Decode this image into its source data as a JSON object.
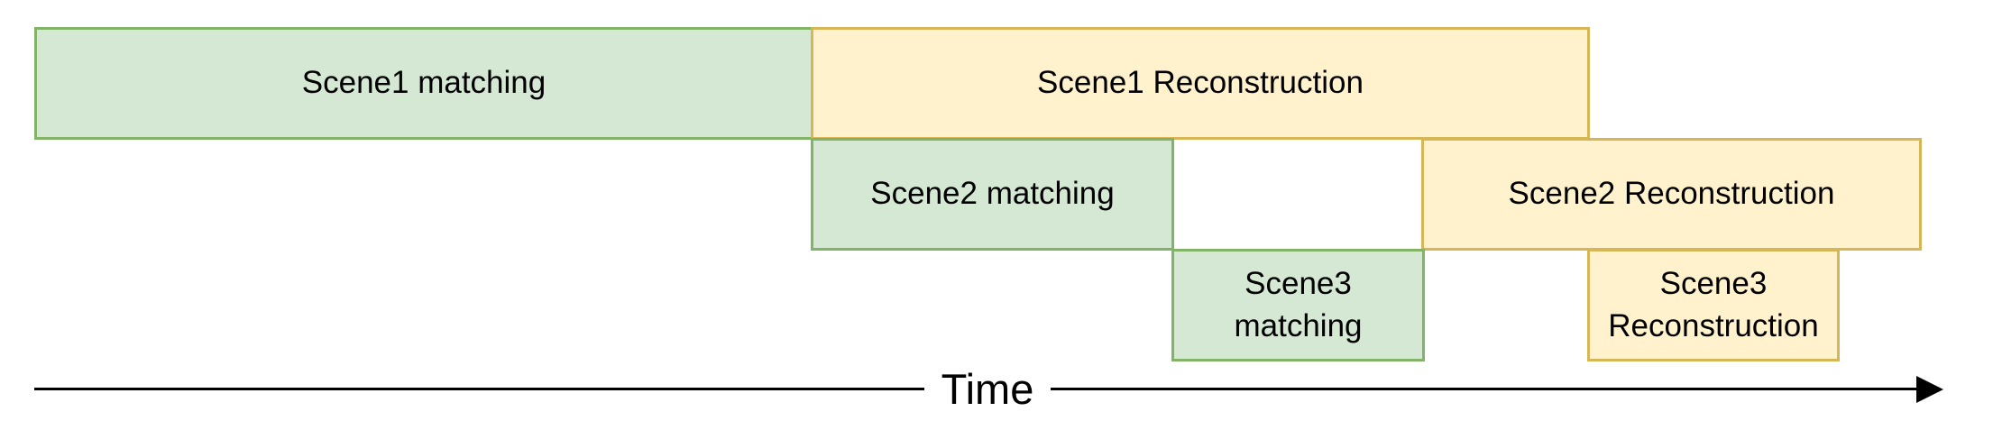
{
  "blocks": {
    "scene1_matching": "Scene1 matching",
    "scene1_reconstruction": "Scene1 Reconstruction",
    "scene2_matching": "Scene2 matching",
    "scene2_reconstruction": "Scene2 Reconstruction",
    "scene3_matching": "Scene3\nmatching",
    "scene3_reconstruction": "Scene3\nReconstruction"
  },
  "axis": {
    "label": "Time"
  },
  "colors": {
    "matching_fill": "#d5e8d4",
    "matching_border": "#82b366",
    "reconstruction_fill": "#fff2cc",
    "reconstruction_border": "#d6b656"
  }
}
